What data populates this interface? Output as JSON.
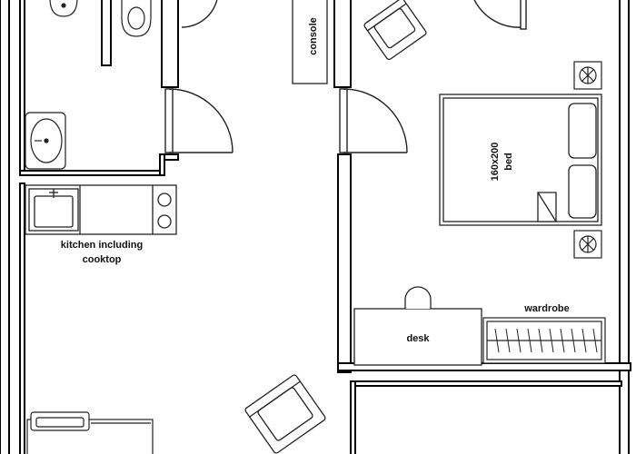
{
  "labels": {
    "console": "console",
    "bed_size": "160x200",
    "bed": "bed",
    "kitchen_line1": "kitchen including",
    "kitchen_line2": "cooktop",
    "desk": "desk",
    "wardrobe": "wardrobe"
  },
  "colors": {
    "wall": "#000000",
    "line": "#222222",
    "fill": "#ffffff"
  }
}
